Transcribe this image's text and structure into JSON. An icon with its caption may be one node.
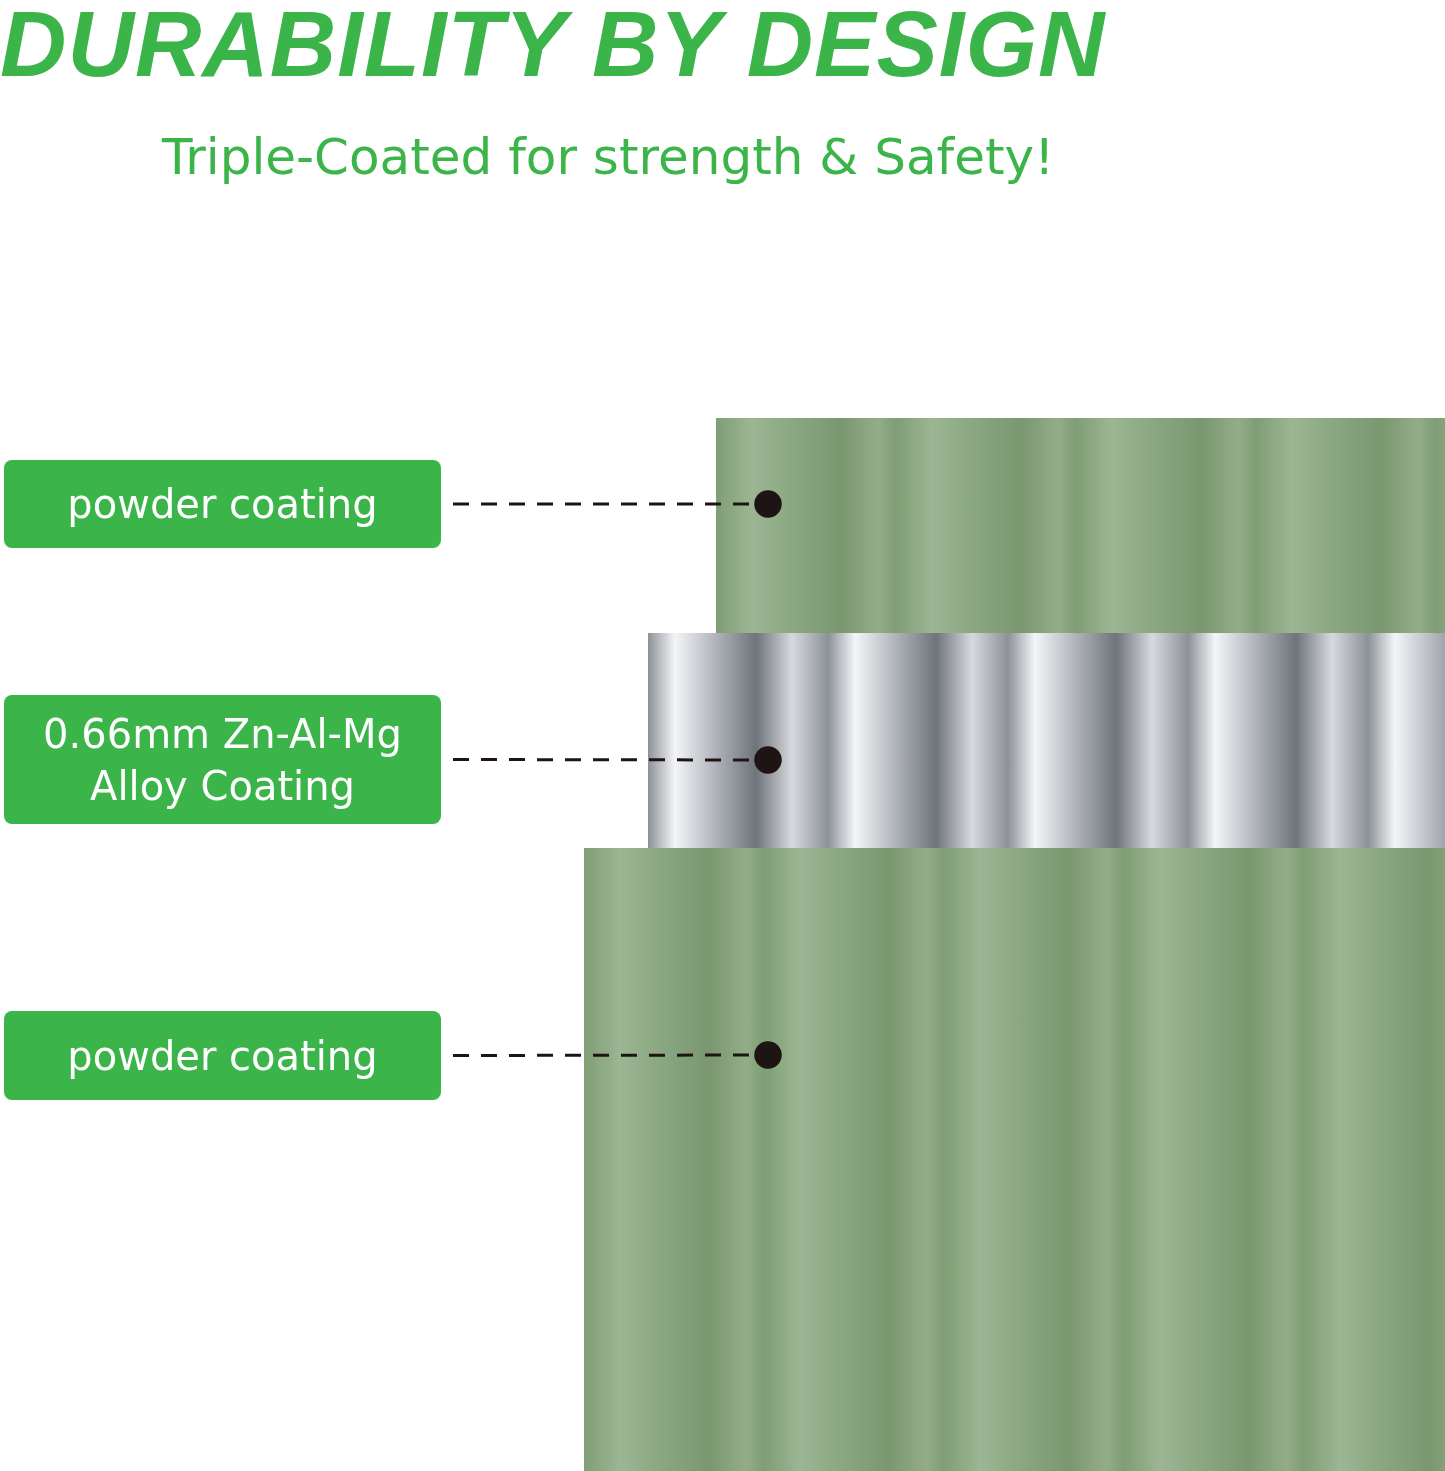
{
  "diagram": {
    "title": "DURABILITY BY DESIGN",
    "nodes": [
      {
        "text": [
          "powder coating"
        ]
      },
      {
        "text": [
          "0.66mm Zn-Al-Mg Alloy Coating"
        ]
      },
      {
        "text": [
          "powder coating"
        ]
      },
      {
        "text": [],
        "shape": "picture"
      },
      {
        "text": [],
        "shape": "picture"
      },
      {
        "text": [],
        "shape": "picture"
      }
    ],
    "edges": [
      {
        "from": 0,
        "to": 3,
        "arrow": "other",
        "style": "dashed"
      },
      {
        "from": 1,
        "to": 4,
        "arrow": "other",
        "style": "dashed"
      },
      {
        "from": 2,
        "to": 5,
        "arrow": "other",
        "style": "dashed"
      }
    ],
    "labels": [
      "Triple-Coated for strength & Safety!"
    ]
  }
}
